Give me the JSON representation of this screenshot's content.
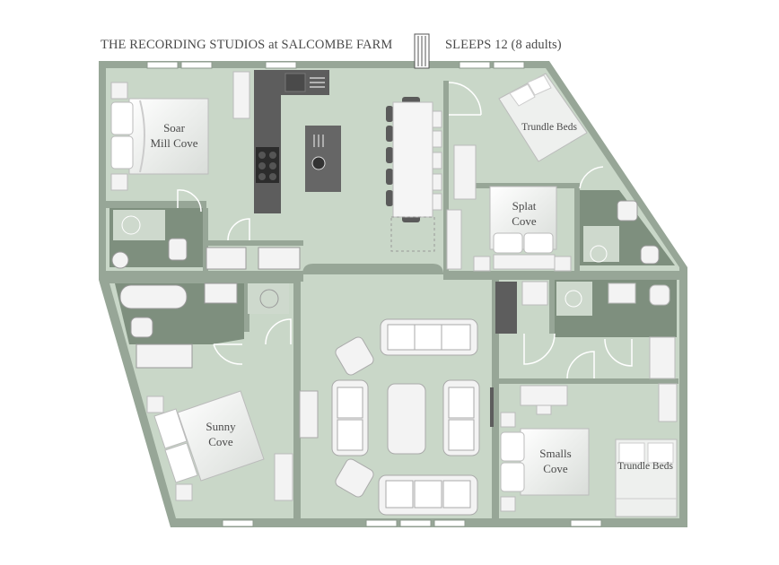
{
  "header": {
    "title": "THE RECORDING STUDIOS at SALCOMBE FARM",
    "sleeps": "SLEEPS 12 (8 adults)"
  },
  "rooms": {
    "soar_line1": "Soar",
    "soar_line2": "Mill Cove",
    "splat_line1": "Splat",
    "splat_line2": "Cove",
    "sunny_line1": "Sunny",
    "sunny_line2": "Cove",
    "smalls_line1": "Smalls",
    "smalls_line2": "Cove",
    "trundle_top": "Trundle Beds",
    "trundle_bottom": "Trundle Beds"
  },
  "colors": {
    "wall": "#97a697",
    "floor": "#c9d7c8",
    "wet_room": "#7e8f7e",
    "counter": "#5d5d5d",
    "furniture": "#f3f3f3"
  }
}
